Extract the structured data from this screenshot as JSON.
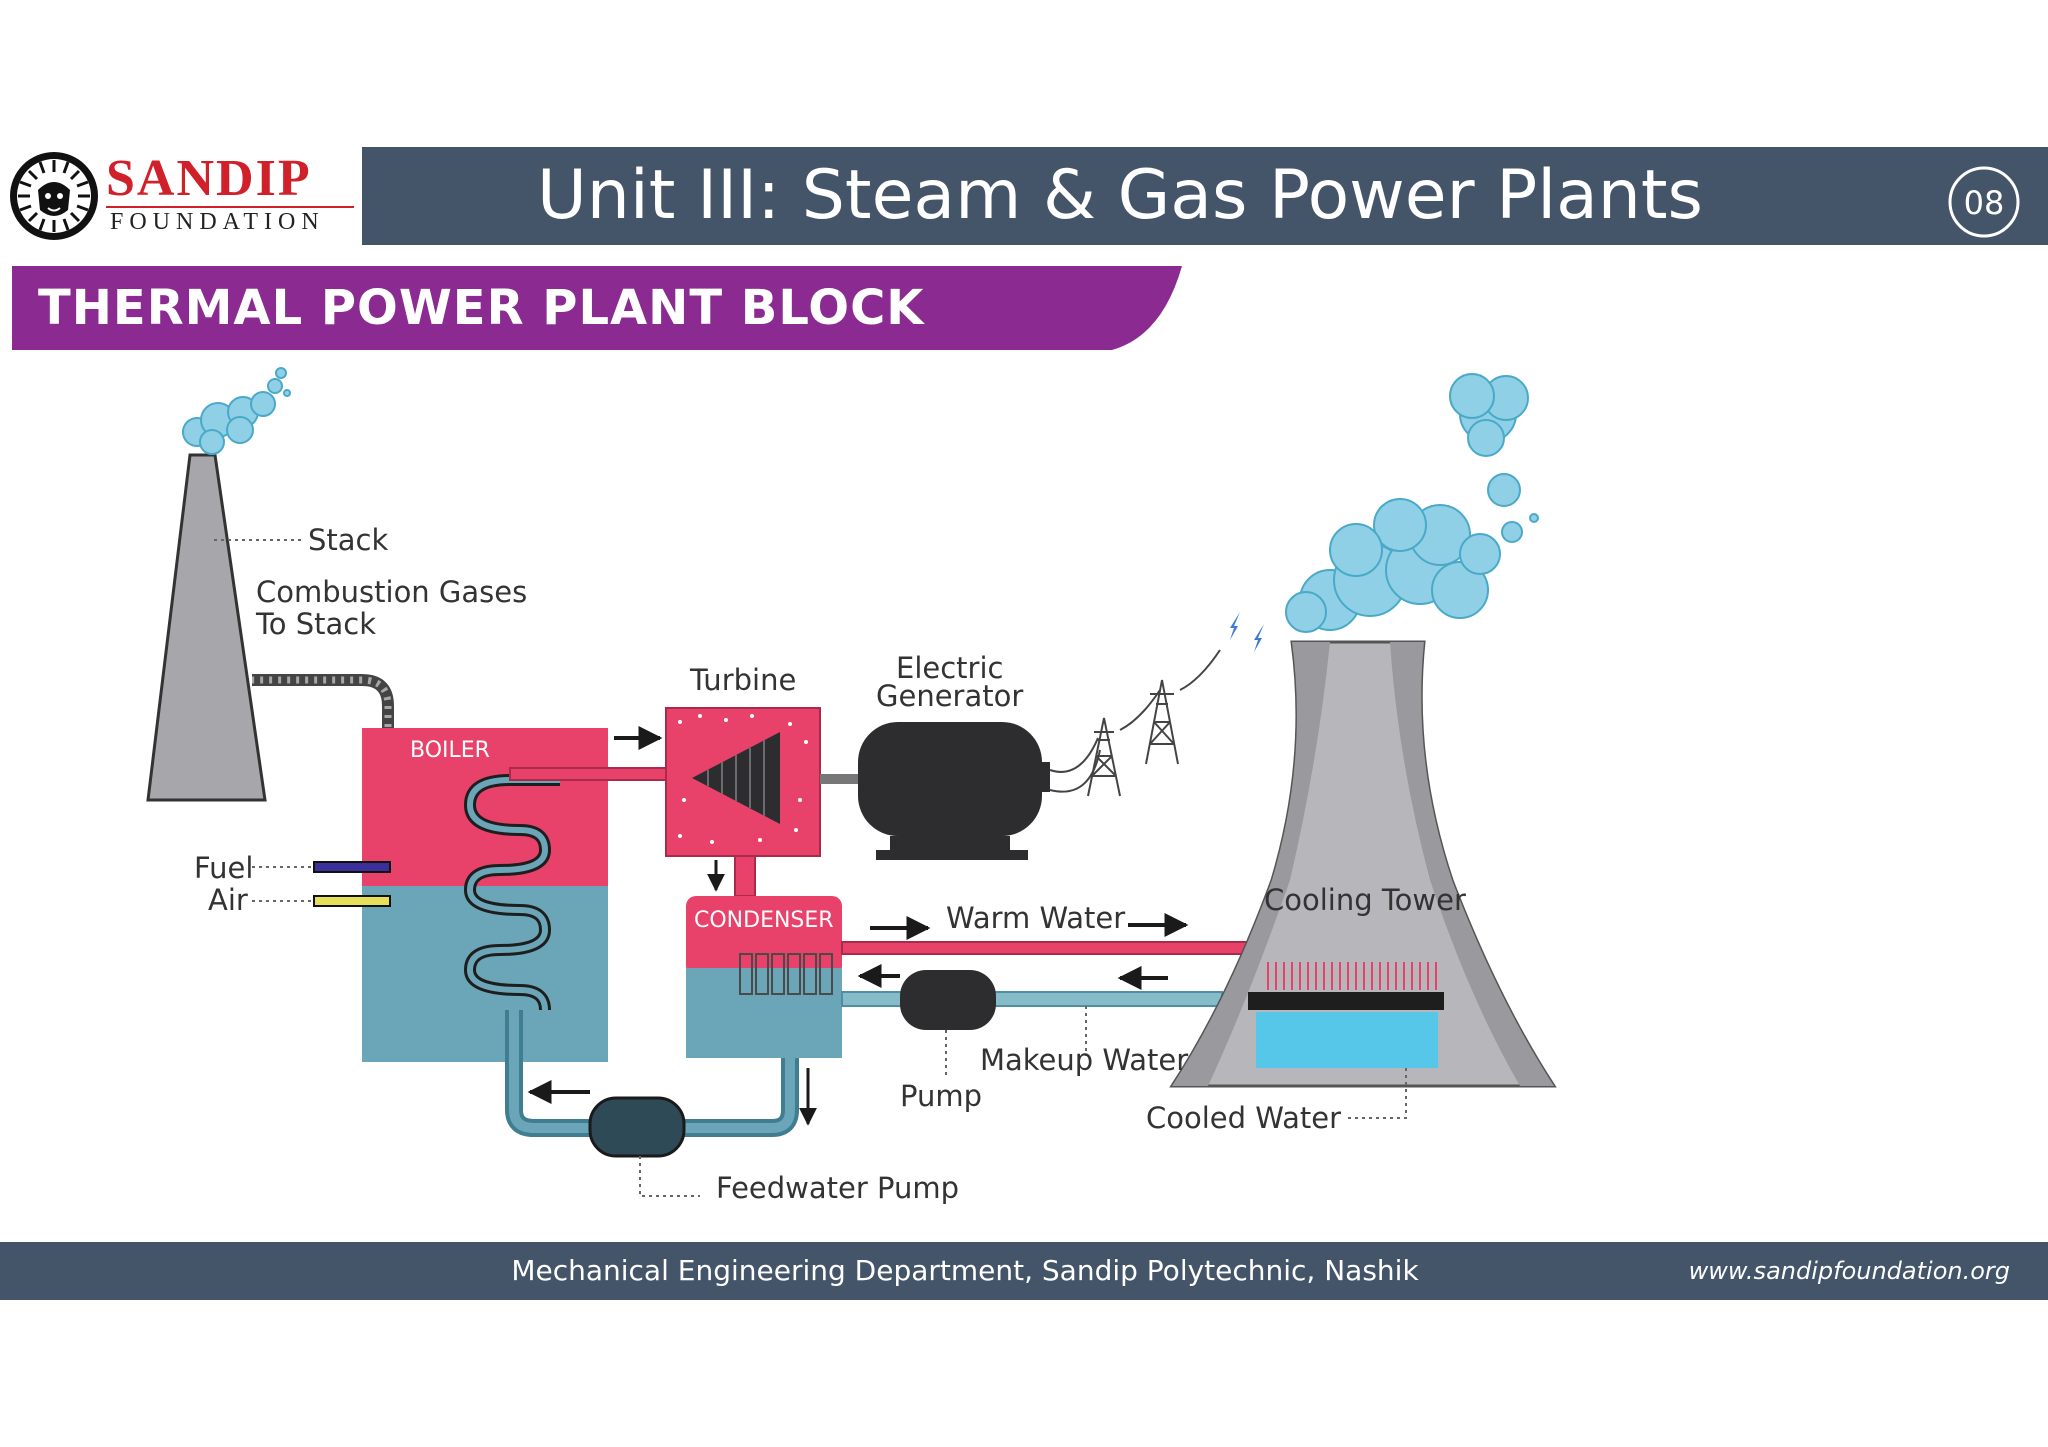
{
  "header": {
    "logo": {
      "name": "SANDIP",
      "subtitle": "FOUNDATION"
    },
    "title": "Unit III: Steam & Gas Power Plants",
    "page_number": "08"
  },
  "banner": {
    "title": "THERMAL POWER PLANT BLOCK DIAGRAM"
  },
  "diagram": {
    "labels": {
      "stack": "Stack",
      "combustion_line1": "Combustion Gases",
      "combustion_line2": "To Stack",
      "boiler": "BOILER",
      "fuel": "Fuel",
      "air": "Air",
      "turbine": "Turbine",
      "generator_line1": "Electric",
      "generator_line2": "Generator",
      "condenser": "CONDENSER",
      "warm_water": "Warm Water",
      "cooling_tower": "Cooling Tower",
      "makeup_water": "Makeup Water",
      "pump": "Pump",
      "cooled_water": "Cooled Water",
      "feedwater_pump": "Feedwater Pump"
    },
    "colors": {
      "hot": "#e8426a",
      "cool": "#6aa6b8",
      "pipe": "#4e8fa2",
      "stack": "#a7a7ab",
      "tower": "#b7b7bb",
      "machine": "#2d2d30",
      "cloud": "#8fd0e6"
    }
  },
  "footer": {
    "department": "Mechanical Engineering Department, Sandip Polytechnic, Nashik",
    "website": "www.sandipfoundation.org"
  }
}
